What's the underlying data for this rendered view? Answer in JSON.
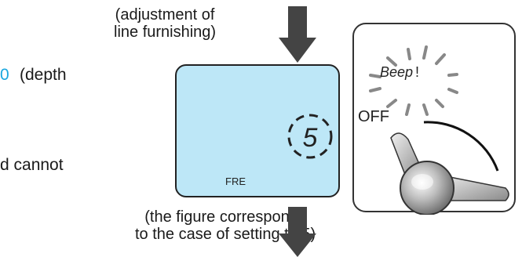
{
  "notes": {
    "adjustment_line1": "(adjustment of",
    "adjustment_line2": "line furnishing)",
    "depth_number": "0",
    "depth_label": "(depth",
    "cannot_text": "d cannot",
    "figure_line1": "(the figure corresponds",
    "figure_line2": "to the case of setting to 5)"
  },
  "lcd": {
    "digit": "5",
    "fre_label": "FRE"
  },
  "knob": {
    "beep_label": "Beep",
    "beep_exclaim": "!",
    "off_label": "OFF"
  },
  "colors": {
    "lcd_background": "#bde7f7",
    "accent_blue": "#1aa7df",
    "arrow": "#444444"
  },
  "icons": {
    "down_arrow": "down-arrow-icon",
    "knob": "rotary-knob-icon",
    "beep_rays": "sound-burst-icon"
  }
}
